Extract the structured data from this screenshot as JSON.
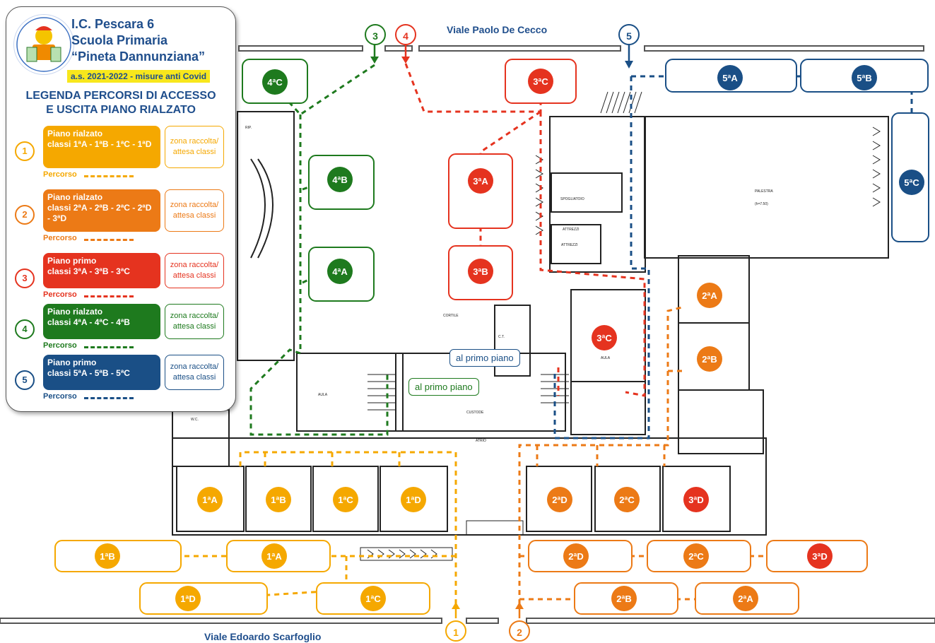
{
  "colors": {
    "orange_light": "#f5a800",
    "orange_dark": "#ec7a16",
    "red": "#e5331f",
    "green": "#1e7a1e",
    "blue": "#1a4f86",
    "title_blue": "#1f4e8c"
  },
  "legend": {
    "school_line1": "I.C. Pescara 6",
    "school_line2": "Scuola Primaria",
    "school_line3": "“Pineta Dannunziana”",
    "year": "a.s. 2021-2022 - misure anti Covid",
    "title_line1": "LEGENDA PERCORSI DI ACCESSO",
    "title_line2": "E USCITA PIANO RIALZATO",
    "logo_icon": "school-logo-icon",
    "routes": [
      {
        "num": "1",
        "floor": "Piano rialzato",
        "classes": "classi 1ªA - 1ªB - 1ªC - 1ªD",
        "zone": "zona raccolta/ attesa classi",
        "path_label": "Percorso",
        "color": "#f5a800"
      },
      {
        "num": "2",
        "floor": "Piano rialzato",
        "classes": "classi 2ªA - 2ªB - 2ªC - 2ªD - 3ªD",
        "zone": "zona raccolta/ attesa classi",
        "path_label": "Percorso",
        "color": "#ec7a16"
      },
      {
        "num": "3",
        "floor": "Piano primo",
        "classes": "classi 3ªA - 3ªB - 3ªC",
        "zone": "zona raccolta/ attesa classi",
        "path_label": "Percorso",
        "color": "#e5331f"
      },
      {
        "num": "4",
        "floor": "Piano rialzato",
        "classes": "classi 4ªA - 4ªC - 4ªB",
        "zone": "zona raccolta/ attesa classi",
        "path_label": "Percorso",
        "color": "#1e7a1e"
      },
      {
        "num": "5",
        "floor": "Piano primo",
        "classes": "classi 5ªA - 5ªB - 5ªC",
        "zone": "zona raccolta/ attesa classi",
        "path_label": "Percorso",
        "color": "#1a4f86"
      }
    ]
  },
  "roads": {
    "north": "Viale Paolo De Cecco",
    "south": "Viale Edoardo Scarfoglio"
  },
  "callouts": {
    "blue_stairs": "al primo piano",
    "green_stairs": "al primo piano"
  },
  "entrances": [
    "1",
    "2",
    "3",
    "4",
    "5"
  ],
  "waiting_zones": [
    {
      "label": "4ªC"
    },
    {
      "label": "4ªB"
    },
    {
      "label": "4ªA"
    },
    {
      "label": "3ªC"
    },
    {
      "label": "3ªA"
    },
    {
      "label": "3ªB"
    },
    {
      "label": "5ªA"
    },
    {
      "label": "5ªB"
    },
    {
      "label": "5ªC"
    },
    {
      "label": "1ªB"
    },
    {
      "label": "1ªA"
    },
    {
      "label": "1ªD"
    },
    {
      "label": "1ªC"
    },
    {
      "label": "2ªD"
    },
    {
      "label": "2ªC"
    },
    {
      "label": "3ªD"
    },
    {
      "label": "2ªB"
    },
    {
      "label": "2ªA"
    }
  ],
  "classrooms": [
    {
      "label": "1ªA"
    },
    {
      "label": "1ªB"
    },
    {
      "label": "1ªC"
    },
    {
      "label": "1ªD"
    },
    {
      "label": "2ªD"
    },
    {
      "label": "2ªC"
    },
    {
      "label": "3ªD"
    },
    {
      "label": "2ªA"
    },
    {
      "label": "2ªB"
    },
    {
      "label": "3ªC"
    }
  ],
  "plan_labels": {
    "palestra": "PALESTRA",
    "palestra_dim": "(h=7.50)",
    "cortile": "CORTILE",
    "aula": "AULA",
    "aula2": "AULA",
    "spogliatoi": "SPOGLIATOIO",
    "attrezzi": "ATTREZZI",
    "attrezzi2": "ATTREZZI",
    "ct": "C.T.",
    "custode": "CUSTODE",
    "atrio": "ATRIO",
    "rip": "RIP.",
    "wc": "W.C."
  }
}
